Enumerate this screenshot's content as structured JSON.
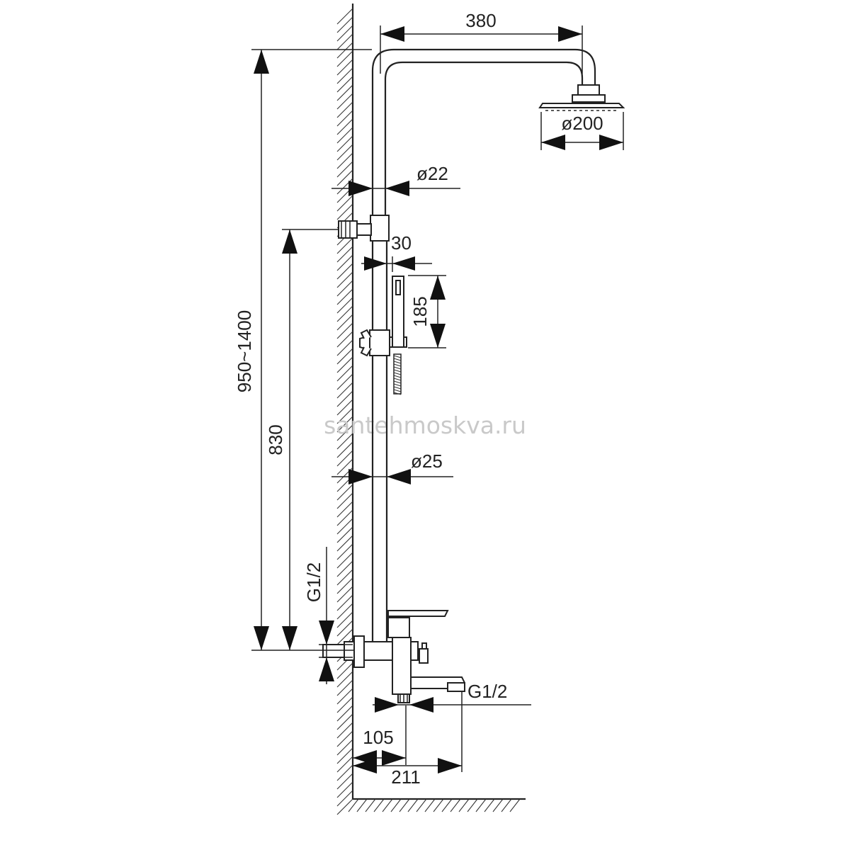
{
  "watermark": "santehmoskva.ru",
  "dimensions": {
    "arm_reach": "380",
    "head_diameter": "ø200",
    "upper_pipe_diameter": "ø22",
    "handset_offset": "30",
    "handset_length": "185",
    "total_height": "950~1400",
    "bracket_height": "830",
    "lower_pipe_diameter": "ø25",
    "inlet_thread_left": "G1/2",
    "outlet_thread": "G1/2",
    "mixer_depth": "105",
    "spout_depth": "211"
  },
  "colors": {
    "line": "#222222",
    "watermark": "#c9c9c9",
    "background": "#ffffff"
  }
}
